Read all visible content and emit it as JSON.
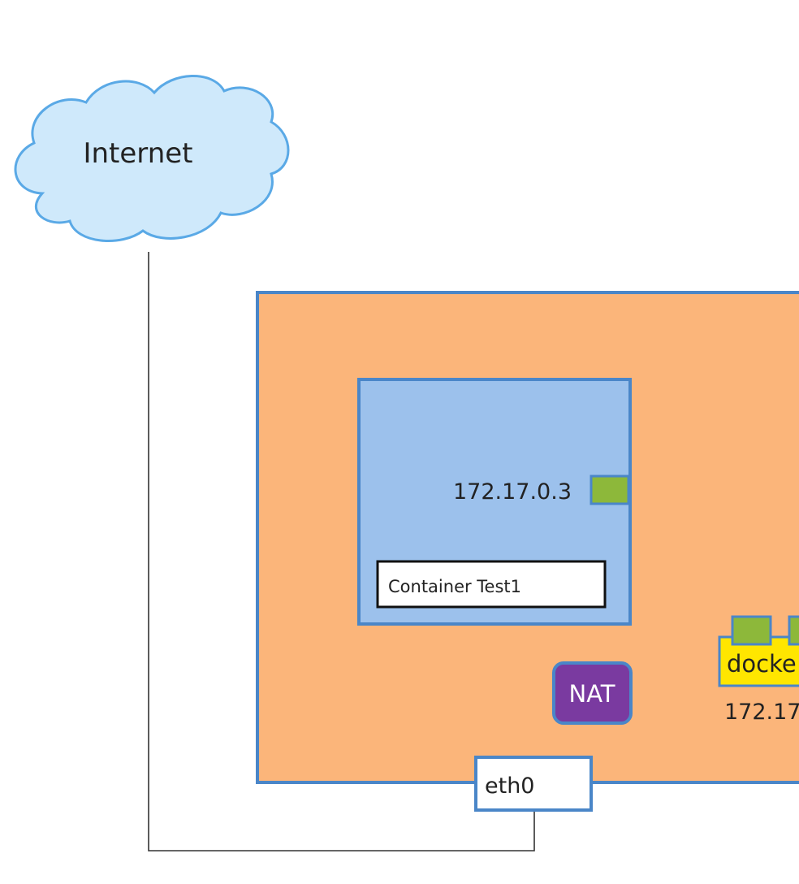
{
  "cloud": {
    "label": "Internet"
  },
  "host": {
    "container": {
      "ip": "172.17.0.3",
      "name": "Container Test1"
    },
    "nat": {
      "label": "NAT"
    },
    "bridge": {
      "label": "docke",
      "ip": "172.17"
    },
    "eth": {
      "label": "eth0"
    }
  },
  "colors": {
    "cloud_fill": "#cfe9fb",
    "cloud_stroke": "#5aa9e6",
    "host_fill": "#fbb57a",
    "box_stroke": "#4a86c8",
    "container_fill": "#9cc1ec",
    "port_fill": "#8db83a",
    "nat_fill": "#7a3aa0",
    "bridge_fill": "#ffe600",
    "line": "#333333"
  }
}
